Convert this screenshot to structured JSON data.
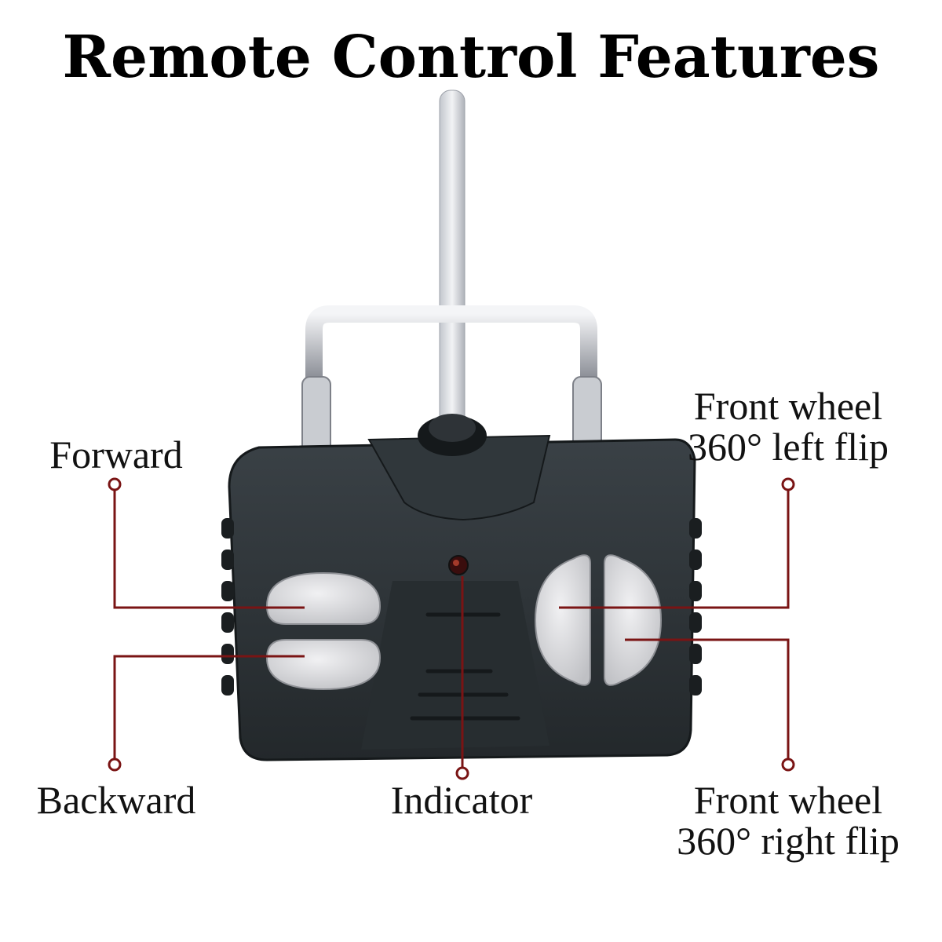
{
  "title": "Remote Control Features",
  "labels": {
    "forward": "Forward",
    "backward": "Backward",
    "indicator": "Indicator",
    "left_flip_line1": "Front wheel",
    "left_flip_line2": "360° left flip",
    "right_flip_line1": "Front wheel",
    "right_flip_line2": "360° right flip"
  },
  "colors": {
    "callout": "#7a1414",
    "remote_body": "#2b3135",
    "remote_dark": "#1c2124",
    "button": "#d9d9dc",
    "antenna": "#d4d7dd",
    "handle": "#b9bcc2"
  }
}
